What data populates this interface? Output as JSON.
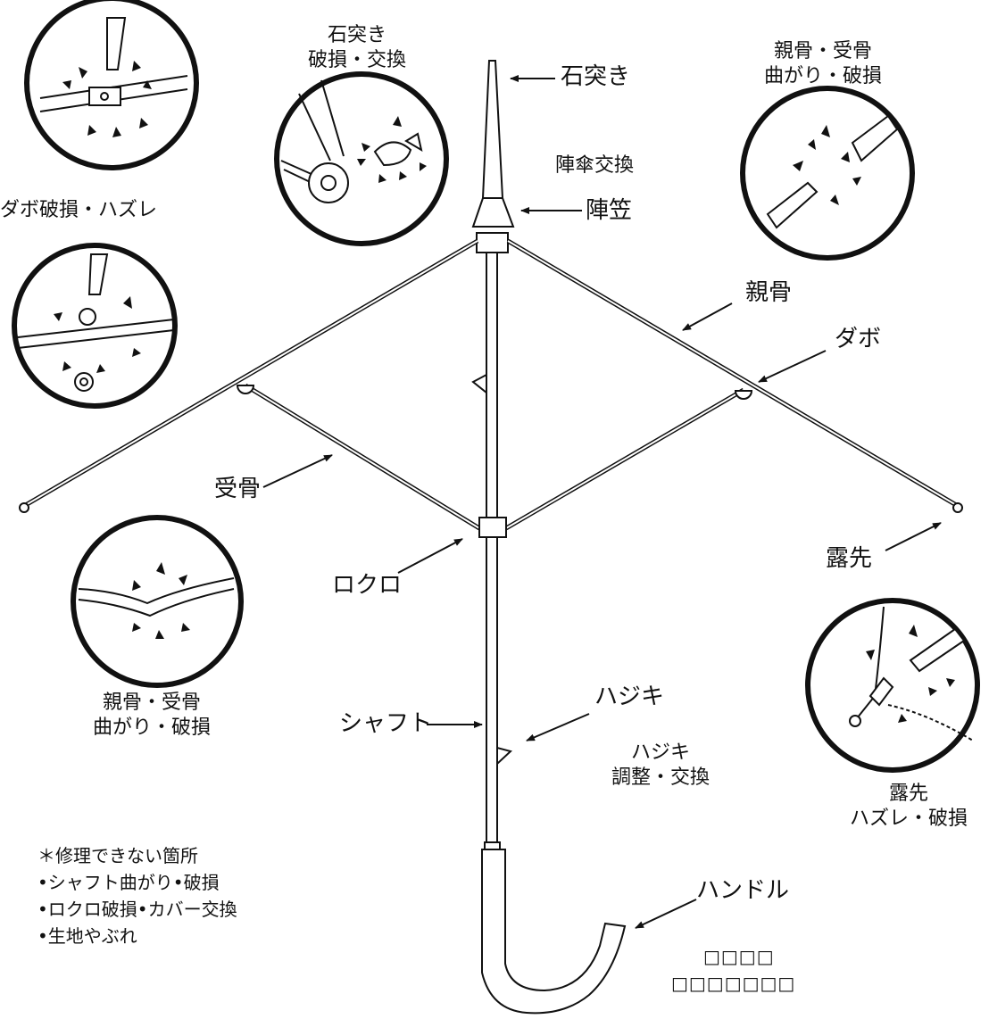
{
  "parts": {
    "ishizuki": "石突き",
    "jingasa": "陣笠",
    "oyabone": "親骨",
    "dabo": "ダボ",
    "ukebone": "受骨",
    "rokuro": "ロクロ",
    "tsuyusaki": "露先",
    "shaft": "シャフト",
    "hajiki": "ハジキ",
    "handle": "ハンドル"
  },
  "repairs": {
    "ishizuki": [
      "石突き",
      "破損・交換"
    ],
    "jingasa": "陣傘交換",
    "oyabone_top": [
      "親骨・受骨",
      "曲がり・破損"
    ],
    "dabo": "ダボ破損・ハズレ",
    "oyabone_bottom": [
      "親骨・受骨",
      "曲がり・破損"
    ],
    "hajiki": [
      "ハジキ",
      "調整・交換"
    ],
    "tsuyusaki": [
      "露先",
      "ハズレ・破損"
    ]
  },
  "notes": {
    "title": "＊修理できない箇所",
    "items": [
      "•シャフト曲がり•破損",
      "•ロクロ破損•カバー交換",
      "•生地やぶれ"
    ]
  },
  "placeholder_text": [
    "□□□□",
    "□□□□□□□"
  ]
}
